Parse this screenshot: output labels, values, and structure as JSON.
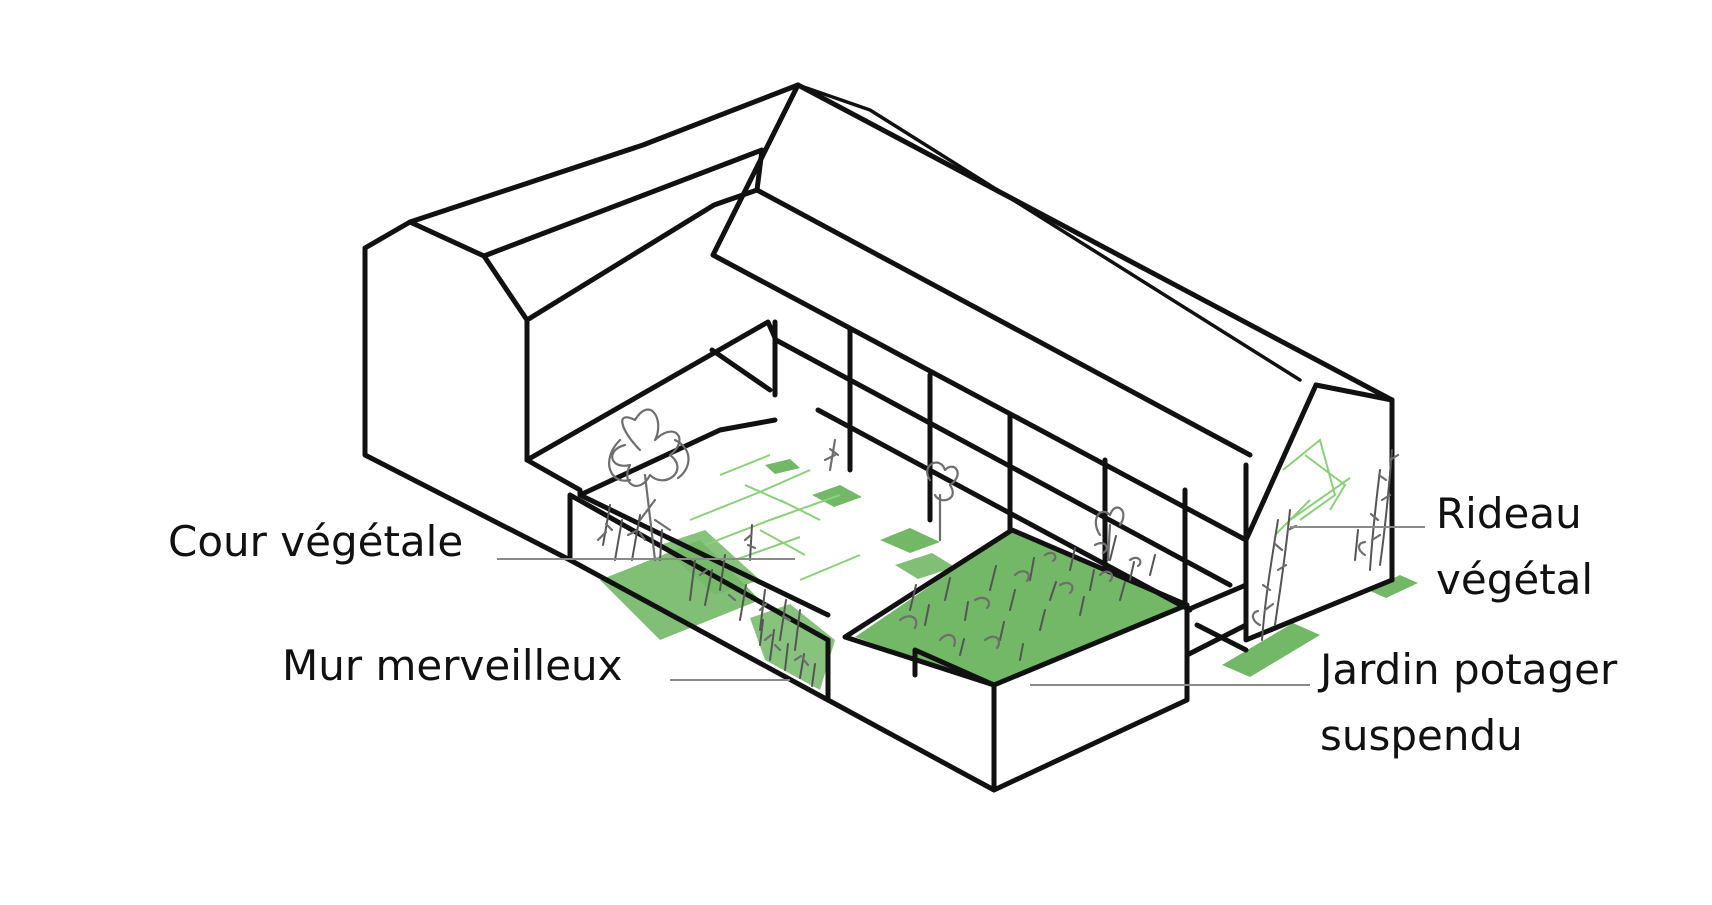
{
  "labels": {
    "cour_vegetale": "Cour végétale",
    "mur_merveilleux": "Mur merveilleux",
    "rideau_vegetal_line1": "Rideau",
    "rideau_vegetal_line2": "végétal",
    "jardin_potager_line1": "Jardin potager",
    "jardin_potager_line2": "suspendu"
  },
  "colors": {
    "ink": "#111111",
    "vegetation_green": "#72b866",
    "light_green": "#8bcf7a",
    "plant_gray": "#6e6e6e",
    "leader_gray": "#8a8a8a",
    "background": "#ffffff"
  }
}
